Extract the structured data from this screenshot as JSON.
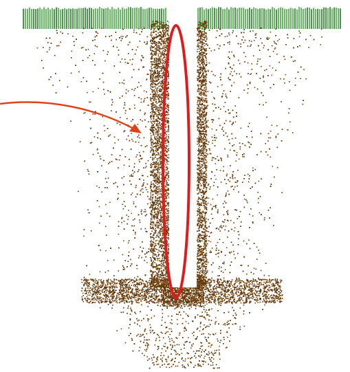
{
  "figure": {
    "colors": {
      "background": "#ffffff",
      "grass": "#3fa83a",
      "grass_dark": "#1f7a22",
      "soil": "#7a4a12",
      "soil_dark": "#5c3409",
      "highlight": "#e11b1b",
      "arrow": "#e0421a"
    },
    "elements": [
      "grass-strip",
      "soil-particles",
      "dense-column-zone",
      "sinkhole-shaft",
      "highlight-ellipse",
      "pointer-arrow"
    ]
  }
}
